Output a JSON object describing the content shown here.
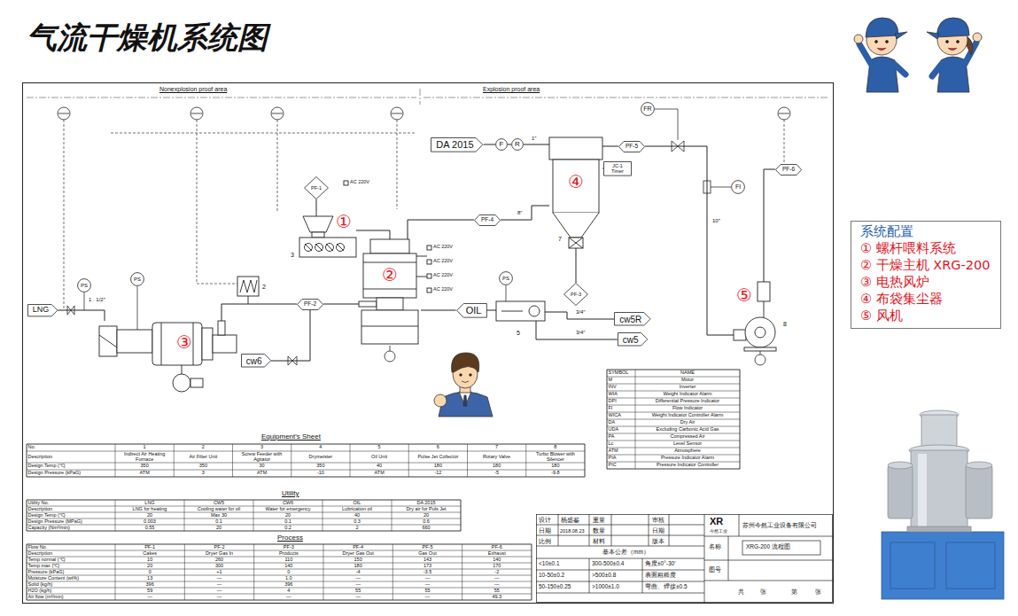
{
  "diagram": {
    "title": "气流干燥机系统图",
    "nodes": [
      {
        "text": [
          "①"
        ]
      },
      {
        "text": [
          "②"
        ]
      },
      {
        "text": [
          "③"
        ]
      },
      {
        "text": [
          "④"
        ]
      },
      {
        "text": [
          "⑤"
        ]
      },
      {
        "text": [
          "5"
        ]
      },
      {
        "text": [
          "DA 2015"
        ]
      },
      {
        "text": [
          "F"
        ]
      },
      {
        "text": [
          "R"
        ]
      },
      {
        "text": [
          "JC-1 Timer"
        ]
      },
      {
        "text": [
          "FR"
        ]
      },
      {
        "text": [
          "FI"
        ]
      },
      {
        "text": [
          "PF-1"
        ]
      },
      {
        "text": [
          "PF-2"
        ]
      },
      {
        "text": [
          "PF-3"
        ]
      },
      {
        "text": [
          "PF-4"
        ]
      },
      {
        "text": [
          "PF-5"
        ]
      },
      {
        "text": [
          "PF-6"
        ]
      },
      {
        "text": [
          "OIL"
        ]
      },
      {
        "text": [
          "cw5R"
        ]
      },
      {
        "text": [
          "cw5"
        ]
      },
      {
        "text": [
          "cw6"
        ]
      },
      {
        "text": [
          "LNG"
        ]
      },
      {
        "text": [
          "PS"
        ]
      },
      {
        "text": [
          "PS"
        ]
      },
      {
        "text": [
          "PS"
        ]
      },
      {
        "text": [
          "系统配置",
          "① 螺杆喂料系统",
          "② 干燥主机 XRG-200",
          "③ 电热风炉",
          "④ 布袋集尘器",
          "⑤ 风机"
        ]
      }
    ],
    "edges": [
      {
        "from": 22,
        "to": 2,
        "arrow": "none"
      },
      {
        "from": 2,
        "to": 13,
        "arrow": "none"
      },
      {
        "from": 13,
        "to": 1,
        "arrow": "none"
      },
      {
        "from": 21,
        "to": 13,
        "arrow": "none"
      },
      {
        "from": 12,
        "to": 0,
        "arrow": "none"
      },
      {
        "from": 0,
        "to": 1,
        "arrow": "none"
      },
      {
        "from": 1,
        "to": 15,
        "arrow": "none"
      },
      {
        "from": 15,
        "to": 3,
        "arrow": "none"
      },
      {
        "from": 6,
        "to": 7,
        "arrow": "none"
      },
      {
        "from": 7,
        "to": 8,
        "arrow": "none"
      },
      {
        "from": 8,
        "to": 3,
        "arrow": "none"
      },
      {
        "from": 3,
        "to": 16,
        "arrow": "none"
      },
      {
        "from": 16,
        "to": 4,
        "arrow": "none"
      },
      {
        "from": 4,
        "to": 17,
        "arrow": "none"
      },
      {
        "from": 3,
        "to": 14,
        "arrow": "none"
      },
      {
        "from": 5,
        "to": 18,
        "arrow": "none"
      },
      {
        "from": 18,
        "to": 1,
        "arrow": "none"
      },
      {
        "from": 5,
        "to": 19,
        "arrow": "none"
      },
      {
        "from": 20,
        "to": 5,
        "arrow": "none"
      }
    ],
    "labels": [
      "Nonexplosion proof area",
      "Explosion proof area",
      "AC 220V",
      "AC 220V",
      "AC 220V",
      "AC 220V",
      "AC 220V",
      "8″",
      "1″",
      "10″",
      "3/4″",
      "3/4″",
      "1 . 1/2″",
      "2",
      "3",
      "7",
      "8",
      "Equipment's Sheet",
      "Utility",
      "Process",
      "设计",
      "杨盛鉴",
      "重量",
      "审核",
      "日期",
      "2018.08.23",
      "数量",
      "日期",
      "比例",
      "材料",
      "版本",
      "苏州今然工业设备有限公司",
      "名称",
      "XRG-200 流程图",
      "图号",
      "基本公差（mm）",
      "<10±0.1",
      "300-500±0.4",
      "角度±0°-30′",
      "10-50±0.2",
      ">500±0.8",
      "表面粗糙度",
      "50-150±0.25",
      ">1000±1.0",
      "弯曲、焊接±0.5",
      "共",
      "张",
      "第",
      "张",
      "XR",
      "今然工业",
      "SYMBOL",
      "NAME",
      "M",
      "Motor",
      "INV",
      "Inverter",
      "WIA",
      "Weight Indicator Alarm",
      "DPI",
      "Differential Pressure Indicator",
      "FI",
      "Flow Indicator",
      "WICA",
      "Weight Indicator Controller Alarm",
      "DA",
      "Dry Air",
      "UDA",
      "Excluding Carbonic Acid Gas",
      "PA",
      "Compressed Air",
      "Lc",
      "Level Sensor",
      "ATM",
      "Atmosphere",
      "PIA",
      "Pressure Indicator Alarm",
      "PIC",
      "Pressure Indicator Controller",
      "No.",
      "1",
      "2",
      "3",
      "4",
      "5",
      "6",
      "7",
      "8",
      "Description",
      "Indirect Air Heating Furnace",
      "Air Filter Unit",
      "Screw Feeder with Agitator",
      "Drymeister",
      "Oil Unit",
      "Pulse Jet Collector",
      "Rotary Valve",
      "Turbo Blower with Silencer",
      "Design Temp (℃)",
      "350",
      "350",
      "30",
      "350",
      "40",
      "180",
      "180",
      "180",
      "Design Pressure (kPaG)",
      "ATM",
      "3",
      "ATM",
      "-10",
      "ATM",
      "-12",
      "-5",
      "-9.8",
      "Utility No.",
      "LNG",
      "CW5",
      "CW6",
      "OIL",
      "DA 2015",
      "Description",
      "LNG for heating",
      "Cooling water for oil",
      "Water for emergency",
      "Lubrication oil",
      "Dry air for Puls Jet",
      "Design Temp (℃)",
      "20",
      "Max 30",
      "20",
      "40",
      "20",
      "Design Pressure (MPaG)",
      "0.003",
      "0.1",
      "0.1",
      "0.3",
      "0.6",
      "Capacity (Nm³/min)",
      "0.55",
      "20",
      "0.2",
      "2",
      "660",
      "Flow No.",
      "PF-1",
      "PF-2",
      "PF-3",
      "PF-4",
      "PF-5",
      "PF-6",
      "Description",
      "Cakes",
      "Dryer Gas In",
      "Products",
      "Dryer Gas Out",
      "Gas Out",
      "Exhaust",
      "Temp normal (℃)",
      "10",
      "260",
      "110",
      "150",
      "143",
      "140",
      "Temp max (℃)",
      "20",
      "300",
      "140",
      "180",
      "173",
      "170",
      "Pressure (kPaG)",
      "0",
      "+1",
      "0",
      "-4",
      "-3.5",
      "-2",
      "Moisture Content (wt%)",
      "13",
      "—",
      "1.0",
      "—",
      "—",
      "—",
      "Solid (kg/h)",
      "396",
      "—",
      "396",
      "—",
      "—",
      "—",
      "H2O (kg/h)",
      "59",
      "—",
      "4",
      "55",
      "55",
      "55",
      "Air flow (m³/min)",
      "—",
      "—",
      "—",
      "—",
      "—",
      "49.3"
    ]
  }
}
